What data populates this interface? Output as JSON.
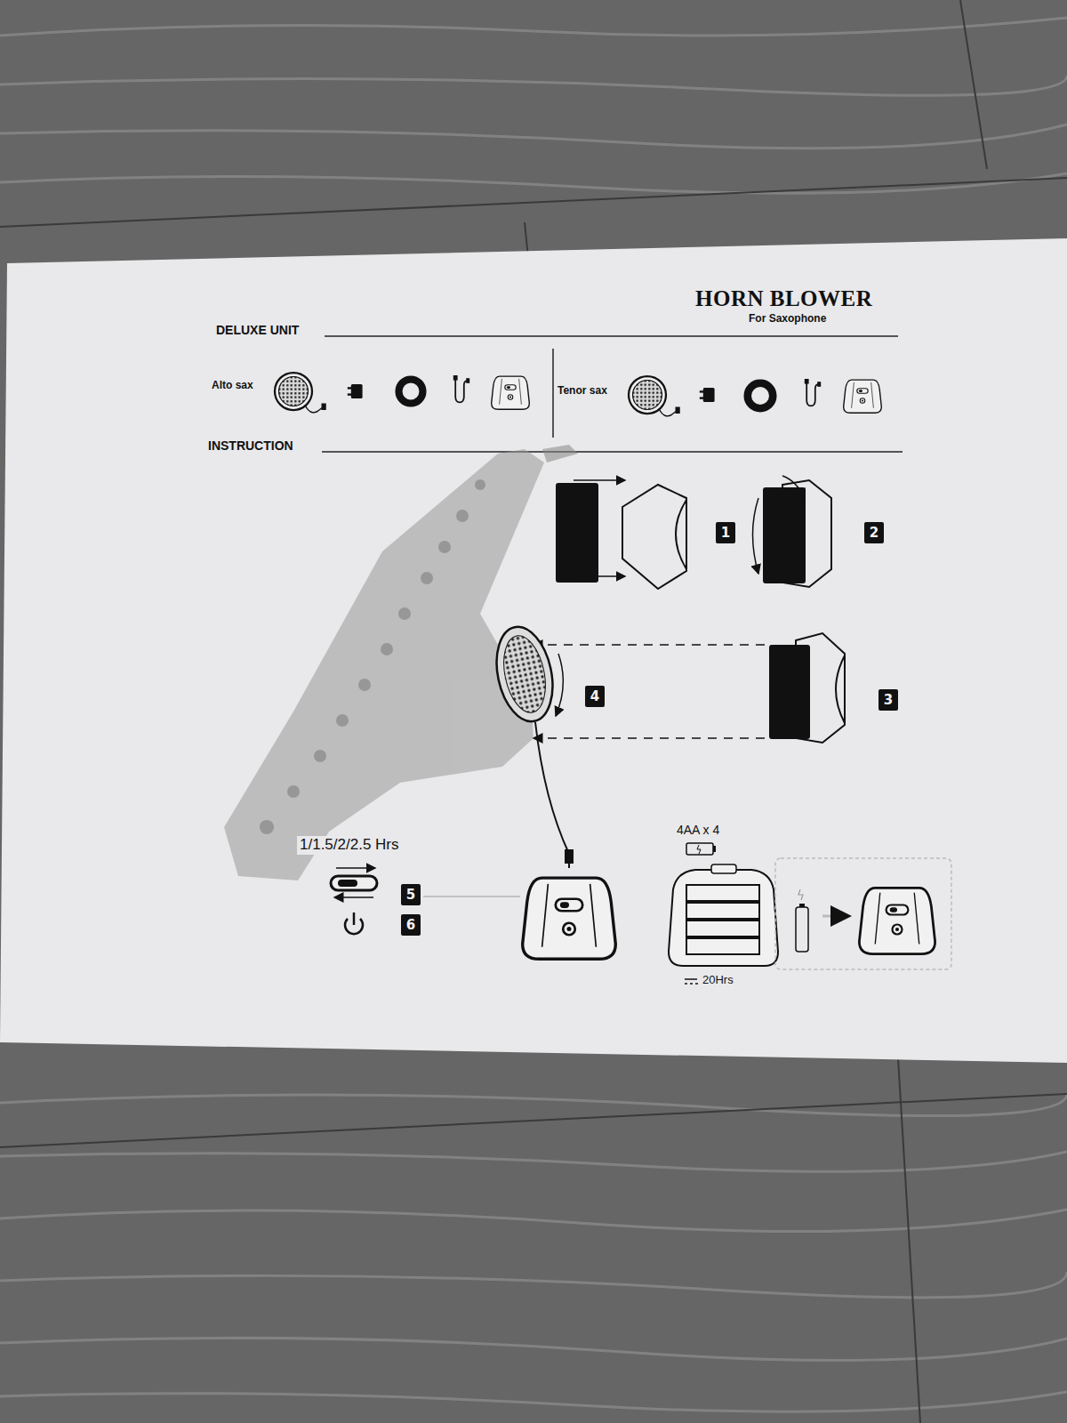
{
  "diagram": {
    "title": "HORN BLOWER",
    "labels": [
      "For Saxophone",
      "DELUXE UNIT",
      "Alto sax",
      "Tenor sax",
      "INSTRUCTION",
      "1",
      "2",
      "3",
      "4",
      "5",
      "6",
      "1/1.5/2/2.5 Hrs",
      "4AA x 4",
      "20Hrs"
    ]
  }
}
